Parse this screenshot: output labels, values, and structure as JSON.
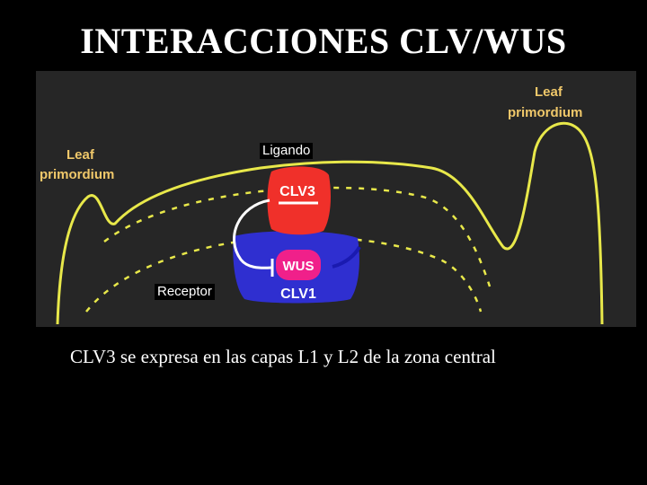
{
  "slide": {
    "title": "INTERACCIONES CLV/WUS",
    "caption": "CLV3 se expresa en las capas L1 y L2 de la zona central"
  },
  "diagram": {
    "leaf_left_line1": "Leaf",
    "leaf_left_line2": "primordium",
    "leaf_right_line1": "Leaf",
    "leaf_right_line2": "primordium",
    "clv3": "CLV3",
    "wus": "WUS",
    "clv1": "CLV1",
    "ligand_label": "Ligando",
    "receptor_label": "Receptor"
  },
  "colors": {
    "background": "#000000",
    "figure_background": "#262626",
    "outline": "#e8e84a",
    "annotation": "#f0c86a",
    "clv3_fill": "#f0302a",
    "clv1_fill": "#2f2fd0",
    "wus_fill": "#f0208a"
  }
}
